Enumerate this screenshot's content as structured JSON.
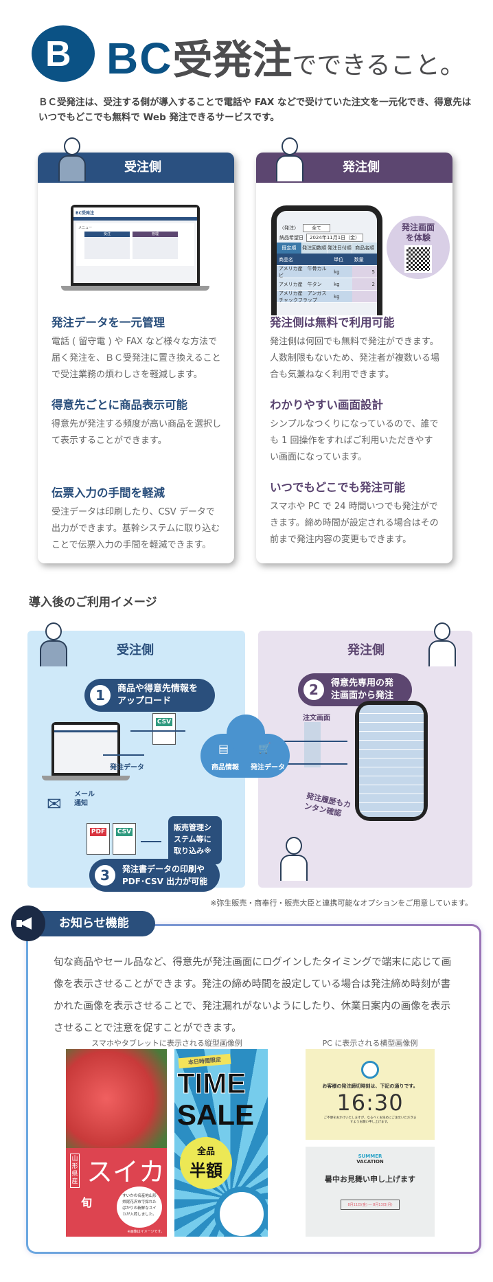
{
  "header": {
    "logo_letter": "B",
    "title_bc": "BC",
    "title_jp": "受発注",
    "title_sub": "でできること。",
    "intro": "ＢＣ受発注は、受注する側が導入することで電話や FAX などで受けていた注文を一元化でき、得意先はいつでもどこでも無料で Web 発注できるサービスです。"
  },
  "colors": {
    "navy": "#2a5080",
    "purple": "#5c4670",
    "logo": "#0b5285"
  },
  "cards": [
    {
      "title": "受注側",
      "features": [
        {
          "h": "発注データを一元管理",
          "p": "電話 ( 留守電 ) や FAX など様々な方法で届く発注を、ＢＣ受発注に置き換えることで受注業務の煩わしさを軽減します。"
        },
        {
          "h": "得意先ごとに商品表示可能",
          "p": "得意先が発注する頻度が高い商品を選択して表示することができます。"
        },
        {
          "h": "伝票入力の手間を軽減",
          "p": "受注データは印刷したり、CSV データで出力ができます。基幹システムに取り込むことで伝票入力の手間を軽減できます。"
        }
      ],
      "screen": {
        "app": "BC受発注",
        "menu": "メニュー",
        "col1": "受注",
        "col2": "管理"
      }
    },
    {
      "title": "発注側",
      "features": [
        {
          "h": "発注側は無料で利用可能",
          "p": "発注側は何回でも無料で発注ができます。人数制限もないため、発注者が複数いる場合も気兼ねなく利用できます。"
        },
        {
          "h": "わかりやすい画面設計",
          "p": "シンプルなつくりになっているので、誰でも 1 回操作をすればご利用いただきやすい画面になっています。"
        },
        {
          "h": "いつでもどこでも発注可能",
          "p": "スマホや PC で 24 時間いつでも発注ができます。締め時間が設定される場合はその前まで発注内容の変更もできます。"
        }
      ],
      "qr_label": "発注画面を体験",
      "phone": {
        "back": "〈発注〉",
        "select": "全て",
        "date_label": "納品希望日",
        "date": "2024年11月1日（金）",
        "tabs": [
          "既定順",
          "発注回数順",
          "発注日付順",
          "商品名順"
        ],
        "cols": [
          "商品名",
          "単位",
          "数量"
        ],
        "rows": [
          [
            "アメリカ産　牛骨カルビ",
            "kg",
            "5"
          ],
          [
            "アメリカ産　牛タン",
            "kg",
            "2"
          ],
          [
            "アメリカ産　アンガスチャックフラップ",
            "kg",
            ""
          ]
        ]
      }
    }
  ],
  "usage": {
    "title": "導入後のご利用イメージ",
    "left_title": "受注側",
    "right_title": "発注側",
    "step1": "商品や得意先情報をアップロード",
    "step2": "得意先専用の発注画面から発注",
    "step3": "発注書データの印刷やPDF･CSV 出力が可能",
    "csv": "CSV",
    "pdf": "PDF",
    "order_data": "発注データ",
    "product_info": "商品情報",
    "cloud_order_data": "発注データ",
    "mail": "メール通知",
    "import": "販売管理システム等に取り込み※",
    "order_screen": "注文画面",
    "history": "発注履歴もカンタン確認",
    "footnote": "※弥生販売・商奉行・販売大臣と連携可能なオプションをご用意しています。"
  },
  "notice": {
    "title": "お知らせ機能",
    "text": "旬な商品やセール品など、得意先が発注画面にログインしたタイミングで端末に応じて画像を表示させることができます。発注の締め時間を設定している場合は発注締め時刻が書かれた画像を表示させることで、発注漏れがないようにしたり、休業日案内の画像を表示させることで注意を促すことができます。",
    "cap_mobile": "スマホやタブレットに表示される縦型画像例",
    "cap_pc": "PC に表示される横型画像例",
    "suika": {
      "origin": "山形県産",
      "name": "スイカ",
      "shun": "旬",
      "desc": "すいかの名産地山形県尾花沢市で採れたばかりの新鮮なスイカが入荷しました。",
      "note": "※画像はイメージです。"
    },
    "sale": {
      "banner": "本日時間限定",
      "l1": "TIME",
      "l2": "SALE",
      "l3": "全品",
      "l4": "半額"
    },
    "deadline": {
      "msg": "お客様の発注締切時刻は、下記の通りです。",
      "time": "16:30",
      "note": "ご不便をおかけいたしますが、なるべくお早めにご注文いただきますようお願い申し上げます。"
    },
    "vacation": {
      "badge1": "SUMMER",
      "badge2": "VACATION",
      "headline": "暑中お見舞い申し上げます",
      "period": "8月11日(金) ― 8月13日(月)"
    }
  }
}
